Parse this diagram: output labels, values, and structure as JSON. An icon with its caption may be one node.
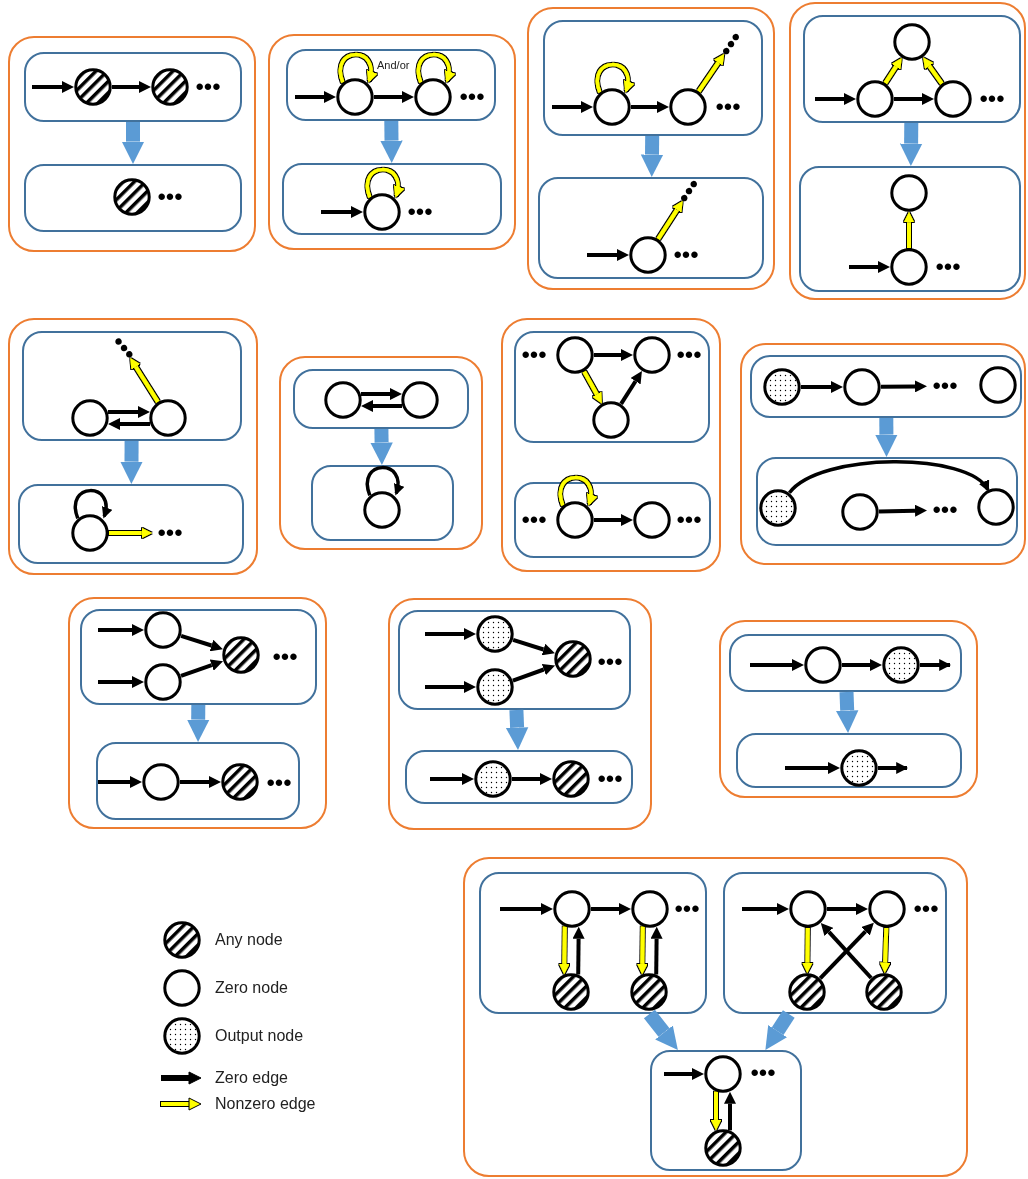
{
  "diagram": {
    "nodes": [
      {
        "text": [],
        "shape": "box"
      },
      {
        "text": [],
        "shape": "box",
        "in": 0
      },
      {
        "text": [],
        "shape": "circle",
        "in": 1
      },
      {
        "text": [],
        "shape": "circle",
        "in": 1
      },
      {
        "text": [
          "•••"
        ],
        "in": 1
      },
      {
        "text": [],
        "shape": "box",
        "in": 0
      },
      {
        "text": [],
        "shape": "circle",
        "in": 5
      },
      {
        "text": [
          "•••"
        ],
        "in": 5
      },
      {
        "text": [],
        "shape": "box"
      },
      {
        "text": [],
        "shape": "box",
        "in": 8
      },
      {
        "text": [],
        "shape": "circle",
        "in": 9
      },
      {
        "text": [],
        "shape": "circle",
        "in": 9
      },
      {
        "text": [
          "•••"
        ],
        "in": 9
      },
      {
        "text": [],
        "shape": "box",
        "in": 8
      },
      {
        "text": [],
        "shape": "circle",
        "in": 13
      },
      {
        "text": [
          "•••"
        ],
        "in": 13
      },
      {
        "text": [],
        "shape": "box"
      },
      {
        "text": [],
        "shape": "box",
        "in": 16
      },
      {
        "text": [],
        "shape": "circle",
        "in": 17
      },
      {
        "text": [],
        "shape": "circle",
        "in": 17
      },
      {
        "text": [
          "•••"
        ],
        "in": 17
      },
      {
        "text": [
          "•••"
        ],
        "in": 17
      },
      {
        "text": [],
        "shape": "box",
        "in": 16
      },
      {
        "text": [],
        "shape": "circle",
        "in": 22
      },
      {
        "text": [
          "•••"
        ],
        "in": 22
      },
      {
        "text": [
          "•••"
        ],
        "in": 22
      },
      {
        "text": [],
        "shape": "box"
      },
      {
        "text": [],
        "shape": "box",
        "in": 26
      },
      {
        "text": [],
        "shape": "circle",
        "in": 27
      },
      {
        "text": [],
        "shape": "circle",
        "in": 27
      },
      {
        "text": [],
        "shape": "circle",
        "in": 27
      },
      {
        "text": [
          "•••"
        ],
        "in": 27
      },
      {
        "text": [],
        "shape": "box",
        "in": 26
      },
      {
        "text": [],
        "shape": "circle",
        "in": 32
      },
      {
        "text": [],
        "shape": "circle",
        "in": 32
      },
      {
        "text": [
          "•••"
        ],
        "in": 32
      },
      {
        "text": [],
        "shape": "box"
      },
      {
        "text": [],
        "shape": "box",
        "in": 36
      },
      {
        "text": [
          "•••"
        ],
        "in": 37
      },
      {
        "text": [],
        "shape": "circle",
        "in": 37
      },
      {
        "text": [],
        "shape": "circle",
        "in": 37
      },
      {
        "text": [],
        "shape": "box",
        "in": 36
      },
      {
        "text": [],
        "shape": "circle",
        "in": 41
      },
      {
        "text": [
          "•••"
        ],
        "in": 41
      },
      {
        "text": [],
        "shape": "box"
      },
      {
        "text": [],
        "shape": "box",
        "in": 44
      },
      {
        "text": [],
        "shape": "circle",
        "in": 45
      },
      {
        "text": [],
        "shape": "circle",
        "in": 45
      },
      {
        "text": [],
        "shape": "box",
        "in": 44
      },
      {
        "text": [],
        "shape": "circle",
        "in": 48
      },
      {
        "text": [],
        "shape": "box"
      },
      {
        "text": [],
        "shape": "box",
        "in": 50
      },
      {
        "text": [
          "•••"
        ],
        "in": 51
      },
      {
        "text": [],
        "shape": "circle",
        "in": 51
      },
      {
        "text": [],
        "shape": "circle",
        "in": 51
      },
      {
        "text": [
          "•••"
        ],
        "in": 51
      },
      {
        "text": [],
        "shape": "circle",
        "in": 51
      },
      {
        "text": [],
        "shape": "box",
        "in": 50
      },
      {
        "text": [
          "•••"
        ],
        "in": 57
      },
      {
        "text": [],
        "shape": "circle",
        "in": 57
      },
      {
        "text": [],
        "shape": "circle",
        "in": 57
      },
      {
        "text": [
          "•••"
        ],
        "in": 57
      },
      {
        "text": [],
        "shape": "box"
      },
      {
        "text": [],
        "shape": "box",
        "in": 62
      },
      {
        "text": [],
        "shape": "circle",
        "in": 63
      },
      {
        "text": [],
        "shape": "circle",
        "in": 63
      },
      {
        "text": [
          "•••"
        ],
        "in": 63
      },
      {
        "text": [],
        "shape": "circle",
        "in": 63
      },
      {
        "text": [],
        "shape": "box",
        "in": 62
      },
      {
        "text": [],
        "shape": "circle",
        "in": 68
      },
      {
        "text": [],
        "shape": "circle",
        "in": 68
      },
      {
        "text": [
          "•••"
        ],
        "in": 68
      },
      {
        "text": [],
        "shape": "circle",
        "in": 68
      },
      {
        "text": [],
        "shape": "box"
      },
      {
        "text": [],
        "shape": "box",
        "in": 73
      },
      {
        "text": [],
        "shape": "circle",
        "in": 74
      },
      {
        "text": [],
        "shape": "circle",
        "in": 74
      },
      {
        "text": [],
        "shape": "circle",
        "in": 74
      },
      {
        "text": [
          "•••"
        ],
        "in": 74
      },
      {
        "text": [],
        "shape": "box",
        "in": 73
      },
      {
        "text": [],
        "shape": "circle",
        "in": 79
      },
      {
        "text": [],
        "shape": "circle",
        "in": 79
      },
      {
        "text": [
          "•••"
        ],
        "in": 79
      },
      {
        "text": [],
        "shape": "box"
      },
      {
        "text": [],
        "shape": "box",
        "in": 83
      },
      {
        "text": [],
        "shape": "circle",
        "in": 84
      },
      {
        "text": [],
        "shape": "circle",
        "in": 84
      },
      {
        "text": [],
        "shape": "circle",
        "in": 84
      },
      {
        "text": [
          "•••"
        ],
        "in": 84
      },
      {
        "text": [],
        "shape": "box",
        "in": 83
      },
      {
        "text": [],
        "shape": "circle",
        "in": 89
      },
      {
        "text": [],
        "shape": "circle",
        "in": 89
      },
      {
        "text": [
          "•••"
        ],
        "in": 89
      },
      {
        "text": [],
        "shape": "box"
      },
      {
        "text": [],
        "shape": "box",
        "in": 93
      },
      {
        "text": [],
        "shape": "circle",
        "in": 94
      },
      {
        "text": [],
        "shape": "circle",
        "in": 94
      },
      {
        "text": [],
        "shape": "box",
        "in": 93
      },
      {
        "text": [],
        "shape": "circle",
        "in": 97
      },
      {
        "text": [],
        "shape": "box"
      },
      {
        "text": [],
        "shape": "box",
        "in": 99
      },
      {
        "text": [],
        "shape": "circle",
        "in": 100
      },
      {
        "text": [],
        "shape": "circle",
        "in": 100
      },
      {
        "text": [
          "•••"
        ],
        "in": 100
      },
      {
        "text": [],
        "shape": "circle",
        "in": 100
      },
      {
        "text": [],
        "shape": "circle",
        "in": 100
      },
      {
        "text": [],
        "shape": "box",
        "in": 99
      },
      {
        "text": [],
        "shape": "circle",
        "in": 106
      },
      {
        "text": [],
        "shape": "circle",
        "in": 106
      },
      {
        "text": [
          "•••"
        ],
        "in": 106
      },
      {
        "text": [],
        "shape": "circle",
        "in": 106
      },
      {
        "text": [],
        "shape": "circle",
        "in": 106
      },
      {
        "text": [],
        "shape": "box",
        "in": 99
      },
      {
        "text": [],
        "shape": "circle",
        "in": 112
      },
      {
        "text": [
          "•••"
        ],
        "in": 112
      },
      {
        "text": [],
        "shape": "circle",
        "in": 112
      }
    ],
    "edges": [
      {
        "from": null,
        "to": 2,
        "arrow": "to"
      },
      {
        "from": 2,
        "to": 3,
        "arrow": "to"
      },
      {
        "from": 1,
        "to": 5,
        "arrow": "to",
        "style": "thick",
        "color": "#5b9bd5"
      },
      {
        "from": null,
        "to": 10,
        "arrow": "to"
      },
      {
        "from": 10,
        "to": 11,
        "arrow": "to"
      },
      {
        "from": 10,
        "to": 10,
        "arrow": "to",
        "color": "#ffff00"
      },
      {
        "from": 11,
        "to": 11,
        "arrow": "to",
        "color": "#ffff00"
      },
      {
        "from": 9,
        "to": 13,
        "arrow": "to",
        "style": "thick",
        "color": "#5b9bd5"
      },
      {
        "from": null,
        "to": 14,
        "arrow": "to"
      },
      {
        "from": 14,
        "to": 14,
        "arrow": "to",
        "color": "#ffff00"
      },
      {
        "from": null,
        "to": 18,
        "arrow": "to"
      },
      {
        "from": 18,
        "to": 18,
        "arrow": "to",
        "color": "#ffff00"
      },
      {
        "from": 18,
        "to": 19,
        "arrow": "to"
      },
      {
        "from": 19,
        "to": 21,
        "arrow": "to",
        "color": "#ffff00"
      },
      {
        "from": 17,
        "to": 22,
        "arrow": "to",
        "style": "thick",
        "color": "#5b9bd5"
      },
      {
        "from": null,
        "to": 23,
        "arrow": "to"
      },
      {
        "from": 23,
        "to": 25,
        "arrow": "to",
        "color": "#ffff00"
      },
      {
        "from": null,
        "to": 29,
        "arrow": "to"
      },
      {
        "from": 29,
        "to": 30,
        "arrow": "to"
      },
      {
        "from": 29,
        "to": 28,
        "arrow": "to",
        "color": "#ffff00"
      },
      {
        "from": 30,
        "to": 28,
        "arrow": "to",
        "color": "#ffff00"
      },
      {
        "from": 27,
        "to": 32,
        "arrow": "to",
        "style": "thick",
        "color": "#5b9bd5"
      },
      {
        "from": null,
        "to": 34,
        "arrow": "to"
      },
      {
        "from": 34,
        "to": 33,
        "arrow": "to",
        "color": "#ffff00"
      },
      {
        "from": 39,
        "to": 40,
        "arrow": "to"
      },
      {
        "from": 40,
        "to": 39,
        "arrow": "to"
      },
      {
        "from": 40,
        "to": 38,
        "arrow": "to",
        "color": "#ffff00"
      },
      {
        "from": 37,
        "to": 41,
        "arrow": "to",
        "style": "thick",
        "color": "#5b9bd5"
      },
      {
        "from": 42,
        "to": 42,
        "arrow": "to"
      },
      {
        "from": 42,
        "to": 43,
        "arrow": "to",
        "color": "#ffff00"
      },
      {
        "from": 46,
        "to": 47,
        "arrow": "to"
      },
      {
        "from": 47,
        "to": 46,
        "arrow": "to"
      },
      {
        "from": 45,
        "to": 48,
        "arrow": "to",
        "style": "thick",
        "color": "#5b9bd5"
      },
      {
        "from": 49,
        "to": 49,
        "arrow": "to"
      },
      {
        "from": 53,
        "to": 54,
        "arrow": "to"
      },
      {
        "from": 53,
        "to": 56,
        "arrow": "to",
        "color": "#ffff00"
      },
      {
        "from": 56,
        "to": 54,
        "arrow": "to"
      },
      {
        "from": 59,
        "to": 59,
        "arrow": "to",
        "color": "#ffff00"
      },
      {
        "from": 59,
        "to": 60,
        "arrow": "to"
      },
      {
        "from": 64,
        "to": 65,
        "arrow": "to"
      },
      {
        "from": 65,
        "to": 66,
        "arrow": "to"
      },
      {
        "from": 63,
        "to": 68,
        "arrow": "to",
        "style": "thick",
        "color": "#5b9bd5"
      },
      {
        "from": 69,
        "to": 72,
        "arrow": "to"
      },
      {
        "from": 70,
        "to": 71,
        "arrow": "to"
      },
      {
        "from": null,
        "to": 75,
        "arrow": "to"
      },
      {
        "from": null,
        "to": 76,
        "arrow": "to"
      },
      {
        "from": 75,
        "to": 77,
        "arrow": "to"
      },
      {
        "from": 76,
        "to": 77,
        "arrow": "to"
      },
      {
        "from": 74,
        "to": 79,
        "arrow": "to",
        "style": "thick",
        "color": "#5b9bd5"
      },
      {
        "from": null,
        "to": 80,
        "arrow": "to"
      },
      {
        "from": 80,
        "to": 81,
        "arrow": "to"
      },
      {
        "from": null,
        "to": 85,
        "arrow": "to"
      },
      {
        "from": null,
        "to": 86,
        "arrow": "to"
      },
      {
        "from": 85,
        "to": 87,
        "arrow": "to"
      },
      {
        "from": 86,
        "to": 87,
        "arrow": "to"
      },
      {
        "from": 84,
        "to": 89,
        "arrow": "to",
        "style": "thick",
        "color": "#5b9bd5"
      },
      {
        "from": null,
        "to": 90,
        "arrow": "to"
      },
      {
        "from": 90,
        "to": 91,
        "arrow": "to"
      },
      {
        "from": null,
        "to": 95,
        "arrow": "to"
      },
      {
        "from": 95,
        "to": 96,
        "arrow": "to"
      },
      {
        "from": 96,
        "to": null,
        "arrow": "to"
      },
      {
        "from": 94,
        "to": 97,
        "arrow": "to",
        "style": "thick",
        "color": "#5b9bd5"
      },
      {
        "from": null,
        "to": 98,
        "arrow": "to"
      },
      {
        "from": 98,
        "to": null,
        "arrow": "to"
      },
      {
        "from": null,
        "to": 101,
        "arrow": "to"
      },
      {
        "from": 101,
        "to": 102,
        "arrow": "to"
      },
      {
        "from": 101,
        "to": 104,
        "arrow": "to",
        "color": "#ffff00"
      },
      {
        "from": 104,
        "to": 101,
        "arrow": "to"
      },
      {
        "from": 102,
        "to": 105,
        "arrow": "to",
        "color": "#ffff00"
      },
      {
        "from": 105,
        "to": 102,
        "arrow": "to"
      },
      {
        "from": null,
        "to": 107,
        "arrow": "to"
      },
      {
        "from": 107,
        "to": 108,
        "arrow": "to"
      },
      {
        "from": 107,
        "to": 110,
        "arrow": "to",
        "color": "#ffff00"
      },
      {
        "from": 110,
        "to": 108,
        "arrow": "to"
      },
      {
        "from": 111,
        "to": 107,
        "arrow": "to"
      },
      {
        "from": 108,
        "to": 111,
        "arrow": "to",
        "color": "#ffff00"
      },
      {
        "from": null,
        "to": 113,
        "arrow": "to"
      },
      {
        "from": 113,
        "to": 115,
        "arrow": "to",
        "color": "#ffff00"
      },
      {
        "from": 115,
        "to": 113,
        "arrow": "to"
      },
      {
        "from": 100,
        "to": 112,
        "arrow": "to",
        "style": "thick",
        "color": "#5b9bd5"
      },
      {
        "from": 106,
        "to": 112,
        "arrow": "to",
        "style": "thick",
        "color": "#5b9bd5"
      }
    ],
    "labels": [
      "And/or"
    ],
    "legend": [
      {
        "text": "Any node"
      },
      {
        "text": "Zero node"
      },
      {
        "text": "Output node"
      },
      {
        "text": "Zero edge"
      },
      {
        "text": "Nonzero edge"
      }
    ]
  }
}
